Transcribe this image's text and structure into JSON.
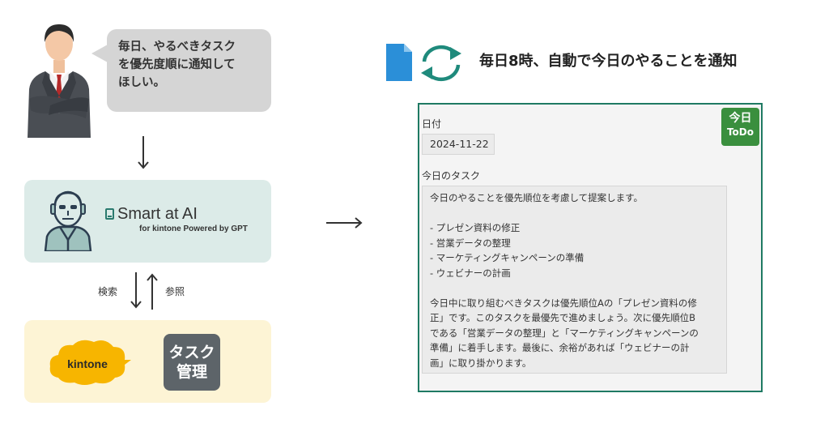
{
  "request_bubble": {
    "lines": [
      "毎日、やるべきタスク",
      "を優先度順に通知して",
      "ほしい。"
    ]
  },
  "smart_ai": {
    "brand_name": "Smart at AI",
    "brand_sub": "for kintone Powered by GPT"
  },
  "flow_labels": {
    "search": "検索",
    "reference": "参照"
  },
  "data_sources": {
    "kintone_logo_text": "kintone",
    "task_tile": [
      "タスク",
      "管理"
    ]
  },
  "notification": {
    "headline": "毎日8時、自動で今日のやることを通知"
  },
  "todo_record": {
    "badge_line1": "今日",
    "badge_line2": "ToDo",
    "date_label": "日付",
    "date_value": "2024-11-22",
    "tasks_label": "今日のタスク",
    "task_lines": [
      "今日のやることを優先順位を考慮して提案します。",
      "",
      "- プレゼン資料の修正",
      "- 営業データの整理",
      "- マーケティングキャンペーンの準備",
      "- ウェビナーの計画",
      "",
      "今日中に取り組むべきタスクは優先順位Aの「プレゼン資料の修",
      "正」です。このタスクを最優先で進めましょう。次に優先順位B",
      "である「営業データの整理」と「マーケティングキャンペーンの",
      "準備」に着手します。最後に、余裕があれば「ウェビナーの計",
      "画」に取り掛かります。"
    ]
  },
  "colors": {
    "bubble": "#d5d5d5",
    "ai_box": "#dcebe8",
    "data_box": "#fdf4d5",
    "panel_border": "#1f7a63",
    "todo_badge": "#3a8f3e",
    "kintone_yellow": "#f7b500",
    "document_blue": "#2b8fd8",
    "sync_teal": "#1f8a7c",
    "task_tile": "#5d6469"
  },
  "icons": {
    "person": "businessman-icon",
    "robot": "ai-robot-icon",
    "kintone": "kintone-logo",
    "document": "document-icon",
    "sync": "sync-icon"
  }
}
